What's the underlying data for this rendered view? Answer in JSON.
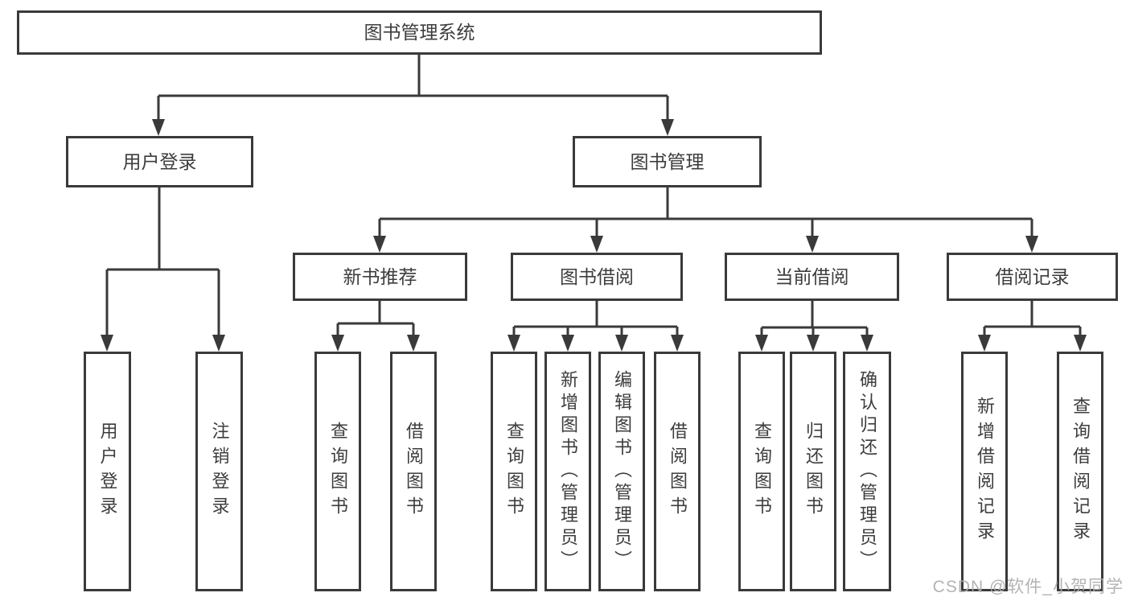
{
  "diagram": {
    "root": {
      "label": "图书管理系统"
    },
    "branches": [
      {
        "label": "用户登录",
        "children": [
          {
            "label": "用户登录"
          },
          {
            "label": "注销登录"
          }
        ]
      },
      {
        "label": "图书管理",
        "children": [
          {
            "label": "新书推荐",
            "children": [
              {
                "label": "查询图书"
              },
              {
                "label": "借阅图书"
              }
            ]
          },
          {
            "label": "图书借阅",
            "children": [
              {
                "label": "查询图书"
              },
              {
                "label": "新增图书（管理员）"
              },
              {
                "label": "编辑图书（管理员）"
              },
              {
                "label": "借阅图书"
              }
            ]
          },
          {
            "label": "当前借阅",
            "children": [
              {
                "label": "查询图书"
              },
              {
                "label": "归还图书"
              },
              {
                "label": "确认归还（管理员）"
              }
            ]
          },
          {
            "label": "借阅记录",
            "children": [
              {
                "label": "新增借阅记录"
              },
              {
                "label": "查询借阅记录"
              }
            ]
          }
        ]
      }
    ]
  },
  "watermark": {
    "text": "CSDN @软件_小贺同学"
  },
  "colors": {
    "line": "#3a3a3a",
    "text": "#3d3d3d",
    "watermark": "#acacac",
    "background": "#ffffff"
  }
}
